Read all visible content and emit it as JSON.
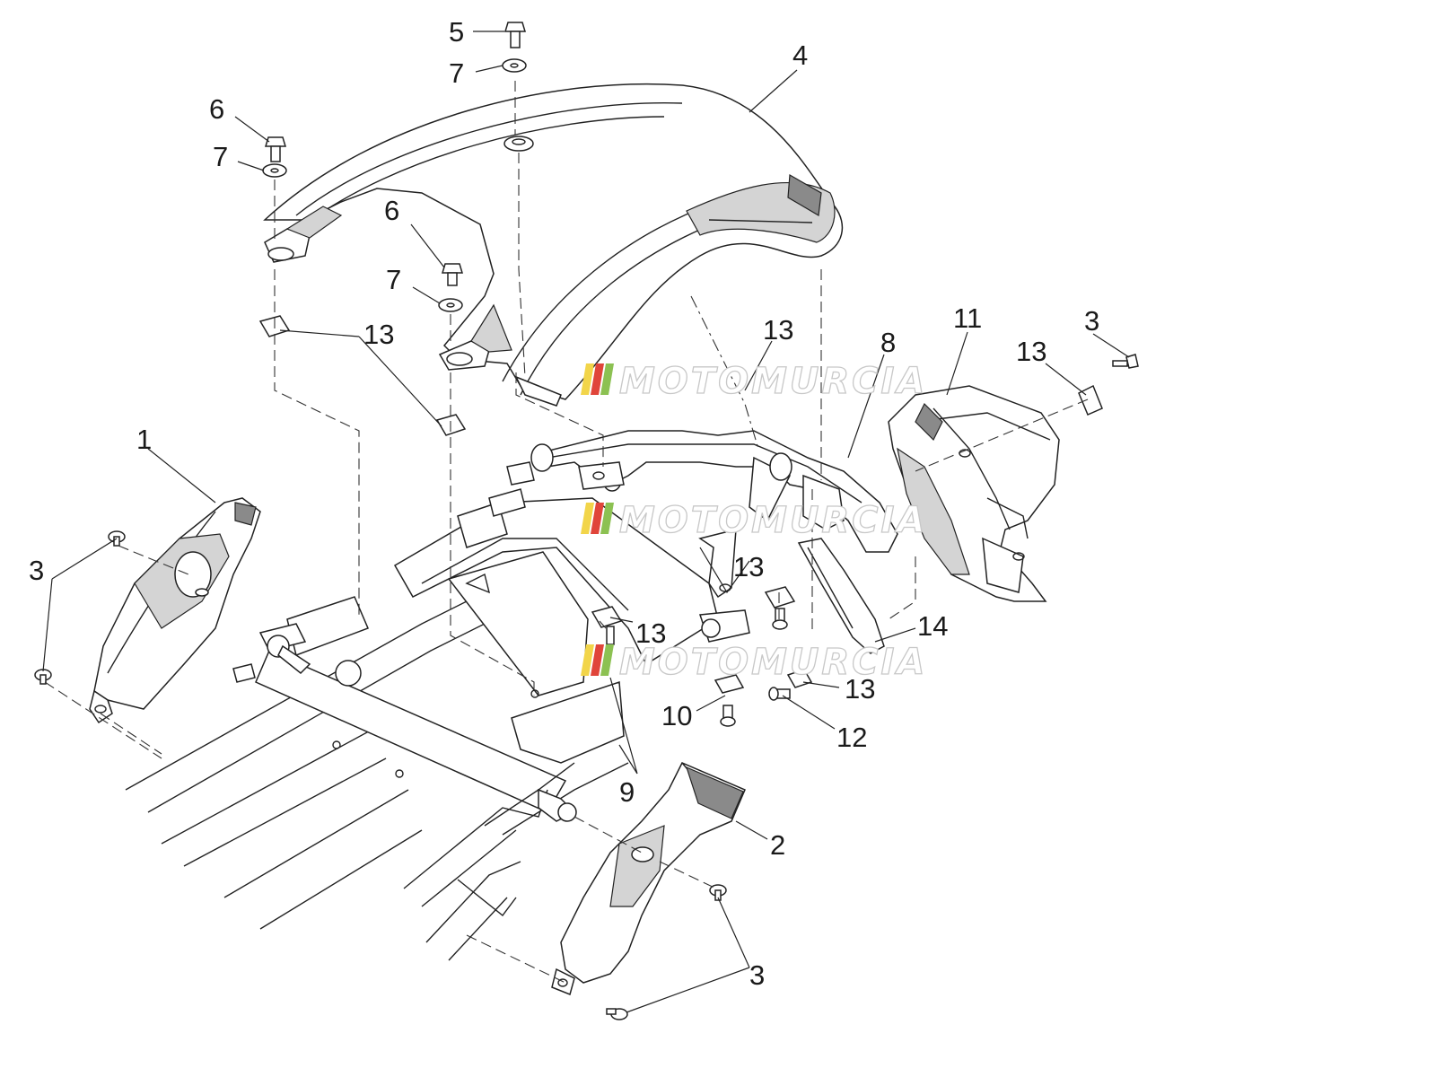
{
  "callouts": [
    {
      "id": "c5",
      "text": "5"
    },
    {
      "id": "c7a",
      "text": "7"
    },
    {
      "id": "c4",
      "text": "4"
    },
    {
      "id": "c6a",
      "text": "6"
    },
    {
      "id": "c7b",
      "text": "7"
    },
    {
      "id": "c6b",
      "text": "6"
    },
    {
      "id": "c7c",
      "text": "7"
    },
    {
      "id": "c13a",
      "text": "13"
    },
    {
      "id": "c13b",
      "text": "13"
    },
    {
      "id": "c11",
      "text": "11"
    },
    {
      "id": "c3a",
      "text": "3"
    },
    {
      "id": "c13c",
      "text": "13"
    },
    {
      "id": "c8",
      "text": "8"
    },
    {
      "id": "c1",
      "text": "1"
    },
    {
      "id": "c3b",
      "text": "3"
    },
    {
      "id": "c13d",
      "text": "13"
    },
    {
      "id": "c14",
      "text": "14"
    },
    {
      "id": "c13e",
      "text": "13"
    },
    {
      "id": "c13f",
      "text": "13"
    },
    {
      "id": "c10",
      "text": "10"
    },
    {
      "id": "c12",
      "text": "12"
    },
    {
      "id": "c9",
      "text": "9"
    },
    {
      "id": "c2",
      "text": "2"
    },
    {
      "id": "c3c",
      "text": "3"
    }
  ],
  "watermark": "MOTOMURCIA",
  "colors": {
    "line": "#222222",
    "watermark_stripe_yellow": "#f2d54a",
    "watermark_stripe_red": "#e0453a",
    "watermark_stripe_green": "#8cc152"
  }
}
